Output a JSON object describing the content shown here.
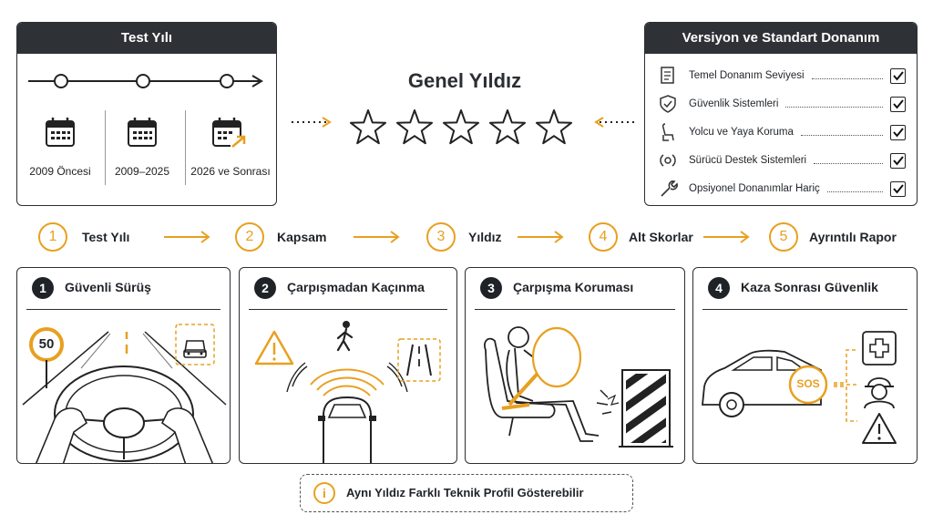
{
  "test_year": {
    "title": "Test Yılı",
    "periods": [
      "2009 Öncesi",
      "2009–2025",
      "2026 ve Sonrası"
    ]
  },
  "overall": {
    "title": "Genel Yıldız",
    "stars": 5
  },
  "version": {
    "title": "Versiyon ve Standart Donanım",
    "items": [
      {
        "label": "Temel Donanım Seviyesi",
        "icon": "document-icon"
      },
      {
        "label": "Güvenlik Sistemleri",
        "icon": "shield-check-icon"
      },
      {
        "label": "Yolcu ve Yaya Koruma",
        "icon": "seat-icon"
      },
      {
        "label": "Sürücü Destek Sistemleri",
        "icon": "sensor-icon"
      },
      {
        "label": "Opsiyonel Donanımlar Hariç",
        "icon": "wrench-icon"
      }
    ]
  },
  "steps": [
    {
      "num": "1",
      "label": "Test Yılı"
    },
    {
      "num": "2",
      "label": "Kapsam"
    },
    {
      "num": "3",
      "label": "Yıldız"
    },
    {
      "num": "4",
      "label": "Alt Skorlar"
    },
    {
      "num": "5",
      "label": "Ayrıntılı Rapor"
    }
  ],
  "cards": [
    {
      "num": "1",
      "title": "Güvenli Sürüş",
      "speed_sign": "50"
    },
    {
      "num": "2",
      "title": "Çarpışmadan Kaçınma"
    },
    {
      "num": "3",
      "title": "Çarpışma Koruması"
    },
    {
      "num": "4",
      "title": "Kaza Sonrası Güvenlik",
      "sos": "SOS"
    }
  ],
  "note": {
    "icon": "i",
    "text": "Aynı Yıldız Farklı Teknik Profil Gösterebilir"
  },
  "colors": {
    "accent": "#e8a020",
    "dark": "#2e3236"
  }
}
